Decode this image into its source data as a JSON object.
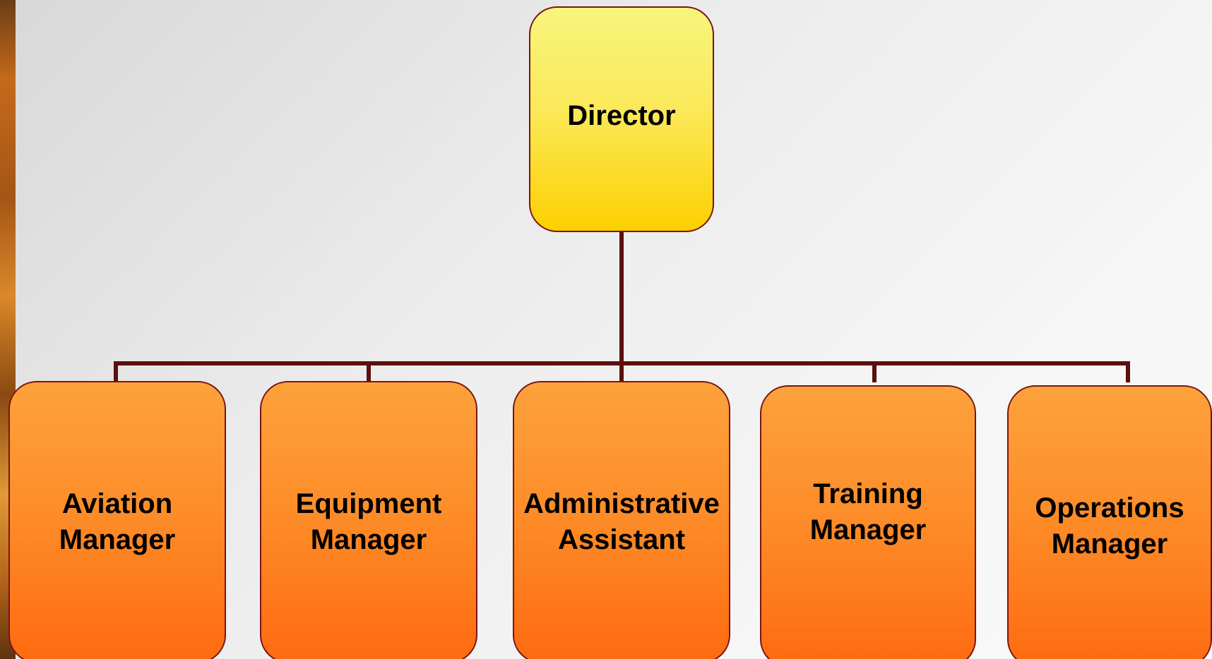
{
  "org_chart": {
    "top": {
      "label": "Director"
    },
    "children": [
      {
        "line1": "Aviation",
        "line2": "Manager"
      },
      {
        "line1": "Equipment",
        "line2": "Manager"
      },
      {
        "line1": "Administrative",
        "line2": "Assistant"
      },
      {
        "line1": "Training",
        "line2": "Manager"
      },
      {
        "line1": "Operations",
        "line2": "Manager"
      }
    ]
  },
  "colors": {
    "connector": "#5c0f0f",
    "box_border": "#7a1414",
    "top_box_top": "#f7f57d",
    "top_box_bottom": "#fcd000",
    "child_box_top": "#fda23c",
    "child_box_bottom": "#fe6a0f"
  }
}
